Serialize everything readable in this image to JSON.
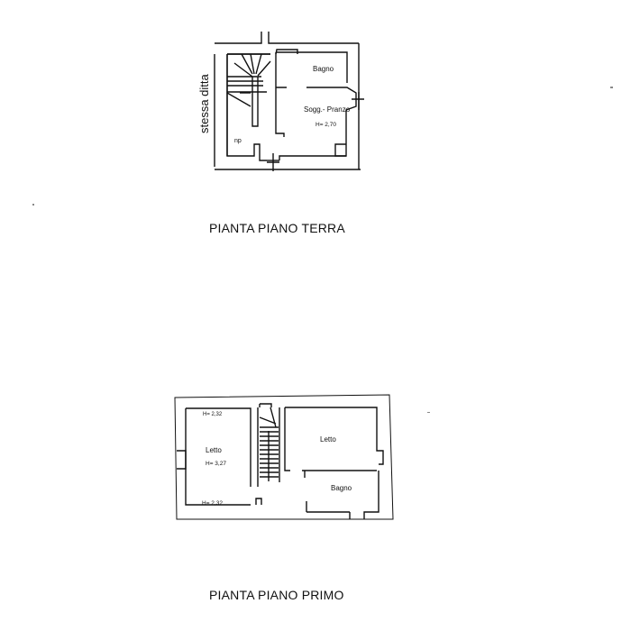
{
  "floor_plans": [
    {
      "id": "terra",
      "caption": "PIANTA PIANO TERRA",
      "side_label": "stessa ditta",
      "rooms": [
        {
          "name": "Bagno",
          "height_label": ""
        },
        {
          "name": "Sogg.- Pranzo",
          "height_label": "H= 2,70"
        },
        {
          "name": "np",
          "height_label": ""
        }
      ]
    },
    {
      "id": "primo",
      "caption": "PIANTA PIANO PRIMO",
      "rooms": [
        {
          "name": "Letto",
          "height_label": "H= 3,27",
          "height_top": "H= 2,32",
          "height_bottom": "H= 2,32"
        },
        {
          "name": "Letto",
          "height_label": ""
        },
        {
          "name": "Bagno",
          "height_label": ""
        }
      ]
    }
  ],
  "colors": {
    "line": "#111111",
    "paper": "#ffffff"
  }
}
